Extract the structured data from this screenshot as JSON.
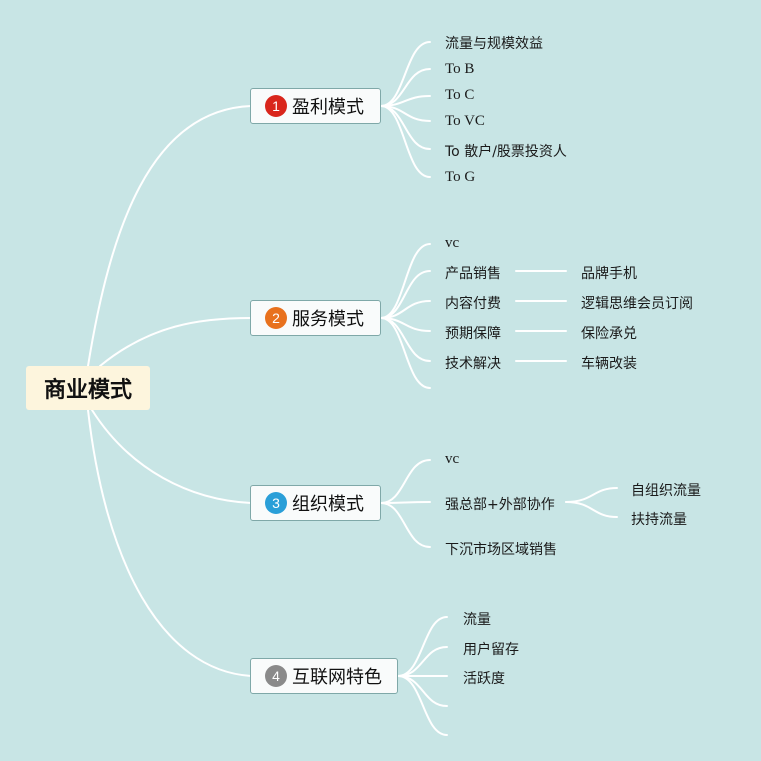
{
  "root": {
    "label": "商业模式"
  },
  "branches": [
    {
      "number": "1",
      "color": "#d9261c",
      "label": "盈利模式",
      "children": [
        "流量与规模效益",
        "To B",
        "To C",
        "To VC",
        "To 散户/股票投资人",
        "To G"
      ]
    },
    {
      "number": "2",
      "color": "#e8711d",
      "label": "服务模式",
      "children": [
        "vc",
        "产品销售",
        "内容付费",
        "预期保障",
        "技术解决"
      ],
      "grandchildren": [
        "品牌手机",
        "逻辑思维会员订阅",
        "保险承兑",
        "车辆改装"
      ]
    },
    {
      "number": "3",
      "color": "#2a9fd8",
      "label": "组织模式",
      "children": [
        "vc",
        "强总部+外部协作",
        "下沉市场区域销售"
      ],
      "grandchildren": [
        "自组织流量",
        "扶持流量"
      ]
    },
    {
      "number": "4",
      "color": "#8a8a8a",
      "label": "互联网特色",
      "children": [
        "流量",
        "用户留存",
        "活跃度"
      ]
    }
  ],
  "colors": {
    "background": "#c8e5e5",
    "root_fill": "#fdf5dd",
    "connector": "#ffffff",
    "branch_border": "#7fa8a8"
  }
}
